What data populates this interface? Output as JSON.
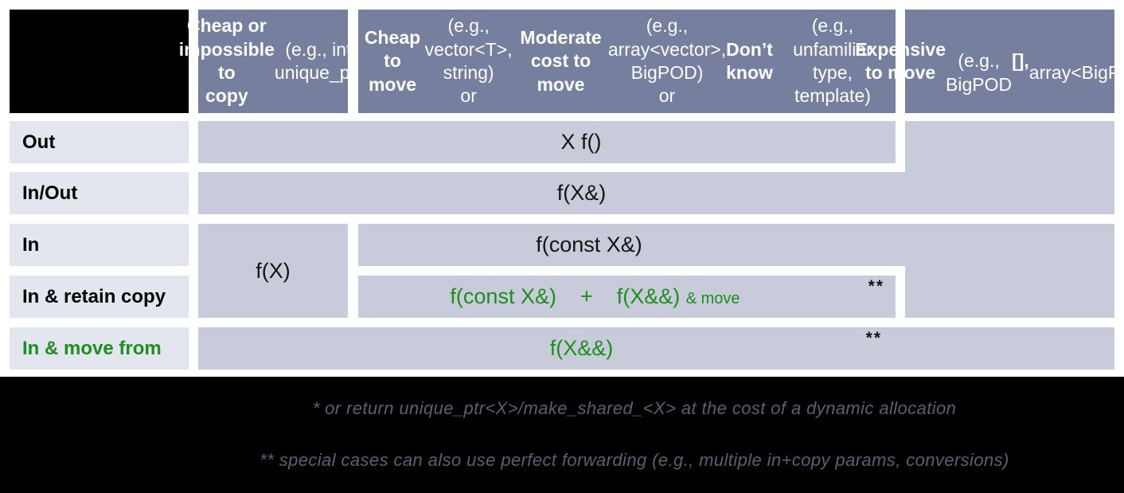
{
  "palette": {
    "header_bg": "#767f9e",
    "value_cell_bg": "#c8cbd9",
    "row_label_bg": "#e4e6ef",
    "green_accent": "#1c8f1c",
    "black_panel": "#000000",
    "footnote_text": "#5a6071"
  },
  "table": {
    "col_headers": [
      {
        "id": "cheap-or-impossible-to-copy",
        "runs": [
          {
            "t": "Cheap or\nimpossible to\ncopy",
            "b": true
          },
          {
            "t": " (e.g., int,\nunique_ptr)"
          }
        ]
      },
      {
        "id": "cheap-or-moderate-or-unknown-move",
        "runs": [
          {
            "t": "Cheap to move",
            "b": true
          },
          {
            "t": " (e.g., vector<T>, string)\nor "
          },
          {
            "t": "Moderate cost to move",
            "b": true
          },
          {
            "t": " (e.g., array<vector>, BigPOD)\nor "
          },
          {
            "t": "Don’t know",
            "b": true
          },
          {
            "t": " (e.g., unfamiliar type, template)"
          }
        ]
      },
      {
        "id": "expensive-to-move",
        "runs": [
          {
            "t": "Expensive to move",
            "b": true
          },
          {
            "t": "\n(e.g., BigPOD"
          },
          {
            "t": "[],",
            "b": true
          },
          {
            "t": "\narray<BigPOD>)"
          }
        ]
      }
    ],
    "row_labels": [
      {
        "label": "Out"
      },
      {
        "label": "In/Out"
      },
      {
        "label": "In"
      },
      {
        "label": "In & retain copy"
      },
      {
        "label": "In & move from",
        "green": true
      }
    ],
    "cells": {
      "out": "X f()",
      "in_out": "f(X&)",
      "cheap_copy_in": "f(X)",
      "in": "f(const X&)",
      "in_retain_runs": [
        {
          "t": "f(const X&)    +    f(X&&) ",
          "cls": "green"
        },
        {
          "t": "& move",
          "cls": "green small"
        }
      ],
      "in_retain_mark": "**",
      "in_move": "f(X&&)",
      "in_move_mark": "**"
    }
  },
  "footnotes": [
    "* or return unique_ptr<X>/make_shared_<X> at the cost of a dynamic allocation",
    "** special cases can also use perfect forwarding (e.g., multiple in+copy params, conversions)"
  ]
}
